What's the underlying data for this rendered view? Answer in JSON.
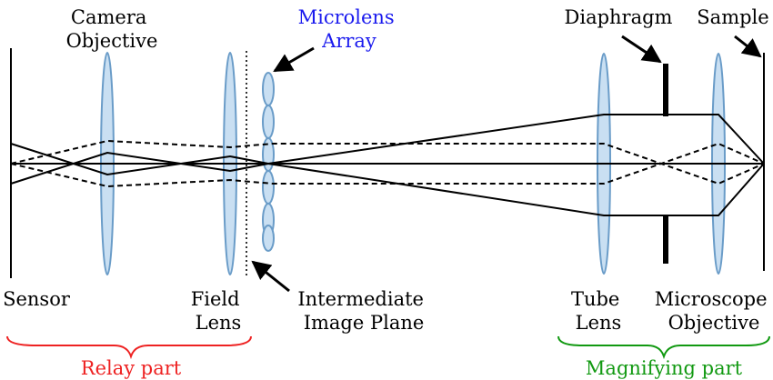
{
  "labels": {
    "camera_objective": [
      "Camera",
      "Objective"
    ],
    "microlens_array": [
      "Microlens",
      "Array"
    ],
    "diaphragm": "Diaphragm",
    "sample": "Sample",
    "sensor": "Sensor",
    "field_lens": [
      "Field",
      "Lens"
    ],
    "intermediate_image_plane": [
      "Intermediate",
      "Image Plane"
    ],
    "tube_lens": [
      "Tube",
      "Lens"
    ],
    "microscope_objective": [
      "Microscope",
      "Objective"
    ],
    "relay_part": "Relay part",
    "magnifying_part": "Magnifying part"
  },
  "colors": {
    "lens_fill": "#c9dff2",
    "lens_stroke": "#6a9cc8",
    "microlens_label": "#1a1aee",
    "relay": "#ee2222",
    "magnifying": "#119911",
    "ray": "#000000"
  }
}
